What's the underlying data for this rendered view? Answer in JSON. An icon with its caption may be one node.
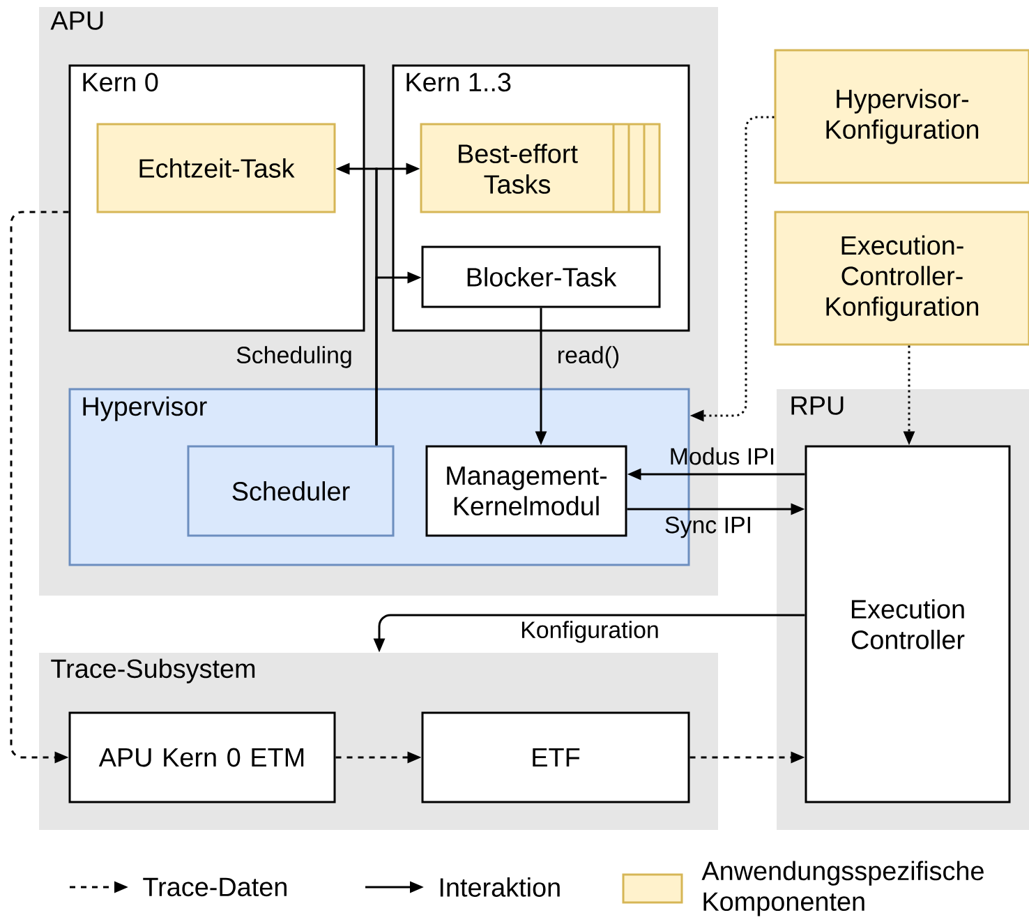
{
  "diagram": {
    "nodes": [
      {
        "text": [
          "APU"
        ]
      },
      {
        "text": [
          "Kern 0"
        ],
        "in": 0
      },
      {
        "text": [
          "Kern 1..3"
        ],
        "in": 0
      },
      {
        "text": [
          "Echtzeit-Task"
        ],
        "in": 1
      },
      {
        "text": [
          "Best-effort Tasks"
        ],
        "in": 2
      },
      {
        "text": [
          "Blocker-Task"
        ],
        "in": 2
      },
      {
        "text": [
          "Hypervisor"
        ],
        "in": 0
      },
      {
        "text": [
          "Scheduler"
        ],
        "in": 6
      },
      {
        "text": [
          "Management-Kernelmodul"
        ],
        "in": 6
      },
      {
        "text": [
          "Hypervisor-Konfiguration"
        ]
      },
      {
        "text": [
          "Execution-Controller-Konfiguration"
        ]
      },
      {
        "text": [
          "RPU"
        ]
      },
      {
        "text": [
          "Execution Controller"
        ],
        "in": 11
      },
      {
        "text": [
          "Trace-Subsystem"
        ]
      },
      {
        "text": [
          "APU Kern 0 ETM"
        ],
        "in": 13
      },
      {
        "text": [
          "ETF"
        ],
        "in": 13
      }
    ],
    "edges": [
      {
        "from": 7,
        "to": 3,
        "arrow": "to",
        "label": "Scheduling"
      },
      {
        "from": 7,
        "to": 4,
        "arrow": "to"
      },
      {
        "from": 7,
        "to": 5,
        "arrow": "to"
      },
      {
        "from": 5,
        "to": 8,
        "arrow": "to",
        "label": "read()"
      },
      {
        "from": 9,
        "to": 6,
        "arrow": "to",
        "style": "dashed"
      },
      {
        "from": 10,
        "to": 12,
        "arrow": "to",
        "style": "dashed"
      },
      {
        "from": 12,
        "to": 8,
        "arrow": "to",
        "label": "Modus IPI"
      },
      {
        "from": 8,
        "to": 12,
        "arrow": "to",
        "label": "Sync IPI"
      },
      {
        "from": 12,
        "to": 13,
        "arrow": "to",
        "label": "Konfiguration"
      },
      {
        "from": 1,
        "to": 14,
        "arrow": "to",
        "style": "dashed"
      },
      {
        "from": 14,
        "to": 15,
        "arrow": "to",
        "style": "dashed"
      },
      {
        "from": 15,
        "to": 12,
        "arrow": "to",
        "style": "dashed"
      }
    ],
    "legend": [
      {
        "text": "Trace-Daten"
      },
      {
        "text": "Interaktion"
      },
      {
        "text": "Anwendungsspezifische Komponenten",
        "color": "#fff2cc"
      }
    ]
  }
}
